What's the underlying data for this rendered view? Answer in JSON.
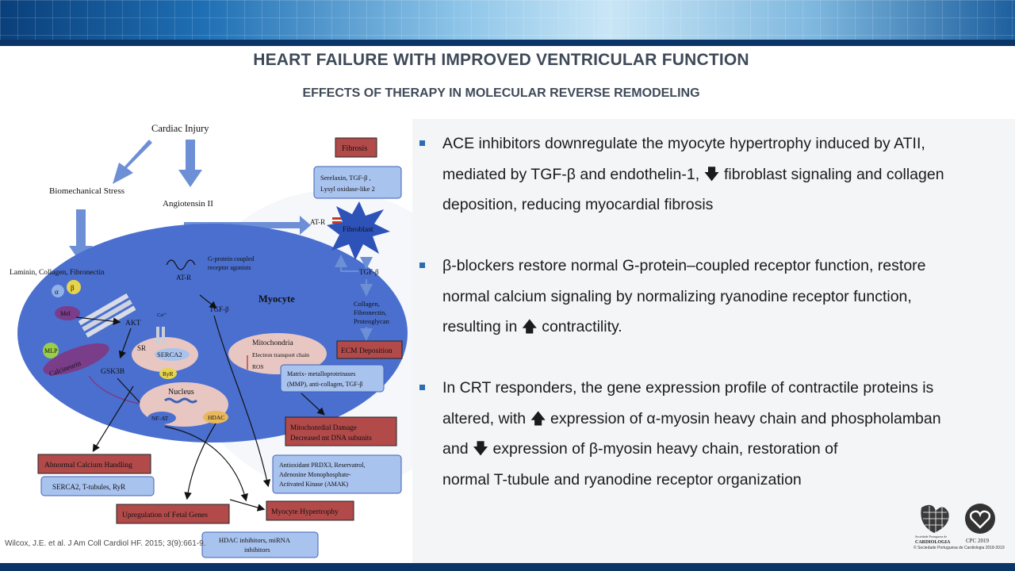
{
  "slide": {
    "title": "HEART FAILURE WITH IMPROVED VENTRICULAR FUNCTION",
    "subtitle": "EFFECTS OF THERAPY IN MOLECULAR REVERSE REMODELING"
  },
  "colors": {
    "banner": "#1f6fb4",
    "bullet": "#2d6cb5",
    "cell": "#4a6fcf",
    "red_box": "#b24a4a",
    "blue_box": "#a9c3ef"
  },
  "bullets": [
    {
      "line1": "ACE inhibitors downregulate the myocyte hypertrophy induced by ATII,",
      "line2a": "mediated by TGF-β and endothelin-1,",
      "arrow": "🡇",
      "line2b": "fibroblast signaling and collagen",
      "line3": "deposition, reducing myocardial fibrosis"
    },
    {
      "line1": "β-blockers restore normal G-protein–coupled receptor function, restore",
      "line2": "normal calcium signaling by normalizing ryanodine receptor function,",
      "line3a": "resulting in",
      "arrow": "🡅",
      "line3b": "contractility."
    },
    {
      "line1": "In CRT responders, the gene expression profile of contractile proteins is",
      "line2a": "altered, with",
      "arrow_up": "🡅",
      "line2b": "expression of α-myosin heavy chain and phospholamban",
      "line3a": "and",
      "arrow_down": "🡇",
      "line3b": "expression of β-myosin heavy chain, restoration of",
      "line4": "normal T-tubule and ryanodine receptor organization"
    }
  ],
  "diagram": {
    "cardiac_injury": "Cardiac Injury",
    "biomechanical_stress": "Biomechanical Stress",
    "angiotensin": "Angiotensin II",
    "laminin": "Laminin, Collagen, Fibronectin",
    "gpcr": "G-protein coupled",
    "gpcr2": "receptor agonists",
    "atr_cell": "AT-R",
    "atr_fib": "AT-R",
    "fibrosis": "Fibrosis",
    "serelaxin1": "Serelaxin, TGF-β ,",
    "serelaxin2": "Lysyl oxidase-like 2",
    "fibroblast": "Fibroblast",
    "tgfb_fib": "TGF-β",
    "collagen1": "Collagen,",
    "collagen2": "Fibronectin,",
    "collagen3": "Proteoglycan",
    "myocyte": "Myocyte",
    "tgfb_cell": "TGF-β",
    "alpha": "α",
    "beta": "β",
    "mel": "Mel",
    "akt": "AKT",
    "mlp": "MLP",
    "calcineurin": "Calcineurin",
    "ca": "Ca²⁺",
    "sr": "SR",
    "serca2": "SERCA2",
    "ryr": "RyR",
    "gsk3b": "GSK3B",
    "nucleus": "Nucleus",
    "nfat": "NF-AT",
    "hdac": "HDAC",
    "mito": "Mitochondria",
    "etc": "Electron transport chain",
    "ros": "ROS",
    "ecm": "ECM Deposition",
    "mmp1": "Matrix-  metalloproteinases",
    "mmp2": "(MMP), anti-collagen, TGF-β",
    "mitodmg1": "Mitochonrdial Damage",
    "mitodmg2": "Decreased mt DNA subunits",
    "antiox1": "Antioxidant PRDX3, Reservatrol,",
    "antiox2": "Adenosine Monophosphate-",
    "antiox3": "Activated Kinase (AMAK)",
    "abnormal_ca": "Abnormal Calcium Handling",
    "serca_tt": "SERCA2, T-tubules, RyR",
    "fetal": "Upregulation of Fetal Genes",
    "hypertrophy": "Myocyte Hypertrophy",
    "hdac_inh1": "HDAC inhibitors, miRNA",
    "hdac_inh2": "inhibitors"
  },
  "citation": "Wilcox, J.E. et al. J Am Coll Cardiol HF. 2015; 3(9):661-9.",
  "logos": {
    "spc_small": "Sociedade Portuguesa de",
    "spc_name": "CARDIOLOGIA",
    "cpc_name": "CPC 2019",
    "copyright": "© Sociedade Portuguesa de Cardiologia 2018-2019"
  }
}
